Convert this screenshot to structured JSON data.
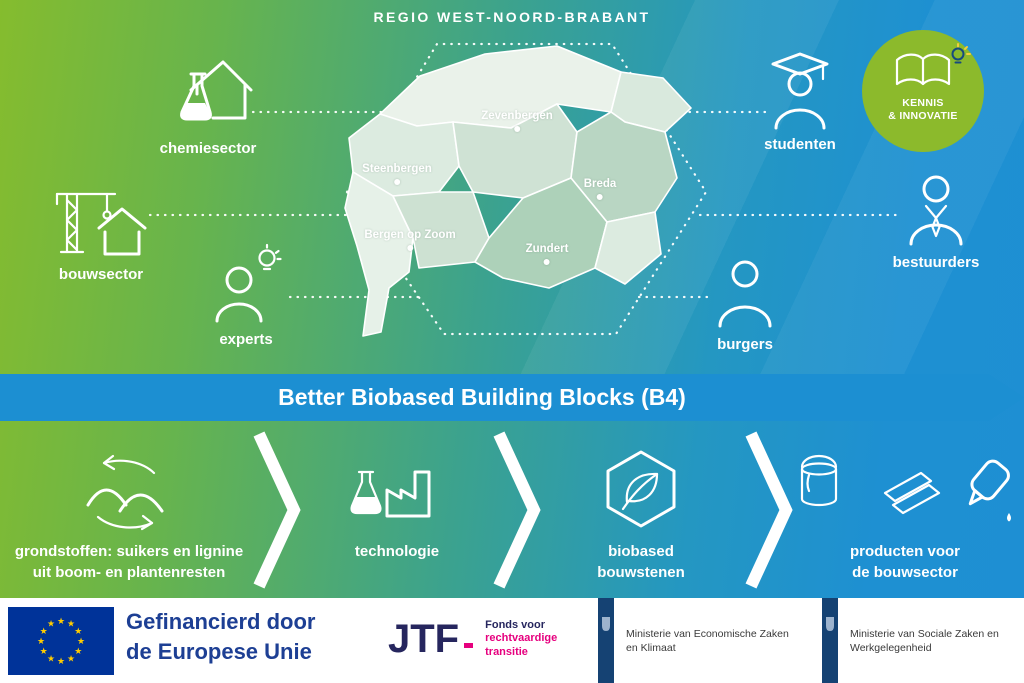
{
  "header": {
    "title": "REGIO WEST-NOORD-BRABANT"
  },
  "map": {
    "municipalities": [
      {
        "name": "Zevenbergen"
      },
      {
        "name": "Steenbergen"
      },
      {
        "name": "Breda"
      },
      {
        "name": "Bergen op Zoom"
      },
      {
        "name": "Zundert"
      }
    ]
  },
  "stakeholders": {
    "left": [
      {
        "label": "chemiesector",
        "icon": "flask-house-icon"
      },
      {
        "label": "bouwsector",
        "icon": "crane-house-icon"
      },
      {
        "label": "experts",
        "icon": "person-lightbulb-icon"
      }
    ],
    "right": [
      {
        "label": "studenten",
        "icon": "graduate-icon"
      },
      {
        "label": "bestuurders",
        "icon": "executive-icon"
      },
      {
        "label": "burgers",
        "icon": "person-icon"
      }
    ]
  },
  "badge": {
    "lines": [
      "KENNIS",
      "& INNOVATIE"
    ],
    "icon": "open-book-lightbulb-icon",
    "color": "#8cba2c"
  },
  "banner": {
    "title": "Better Biobased Building Blocks (B4)",
    "color": "#1c8fd2"
  },
  "process": {
    "steps": [
      {
        "icon": "recycle-piles-icon",
        "lines": [
          "grondstoffen: suikers en lignine",
          "uit boom- en plantenresten"
        ]
      },
      {
        "icon": "flask-factory-icon",
        "lines": [
          "technologie"
        ]
      },
      {
        "icon": "hexagon-leaf-icon",
        "lines": [
          "biobased",
          "bouwstenen"
        ]
      },
      {
        "icon": "paint-bucket-panels-glue-icon",
        "lines": [
          "producten voor",
          "de bouwsector"
        ]
      }
    ]
  },
  "footer": {
    "eu": {
      "lines": [
        "Gefinancierd door",
        "de Europese Unie"
      ]
    },
    "jtf": {
      "acronym": "JTF",
      "lines": [
        "Fonds voor",
        "rechtvaardige",
        "transitie"
      ]
    },
    "ministries": [
      {
        "lines": [
          "Ministerie van Economische Zaken",
          "en Klimaat"
        ]
      },
      {
        "lines": [
          "Ministerie van Sociale Zaken en",
          "Werkgelegenheid"
        ]
      }
    ]
  },
  "colors": {
    "gradient_green": "#85bc2e",
    "gradient_blue": "#1e8fd3",
    "banner_blue": "#1c8fd2",
    "badge_green": "#8cba2c",
    "eu_flag_blue": "#003399",
    "eu_star_yellow": "#ffcc00",
    "eu_text_blue": "#1d3f94",
    "jtf_navy": "#26265e",
    "jtf_magenta": "#e6007e",
    "ministry_bar_blue": "#154273",
    "map_fill_light": "#eaf2ea",
    "map_fill_dark": "#add1b9"
  }
}
